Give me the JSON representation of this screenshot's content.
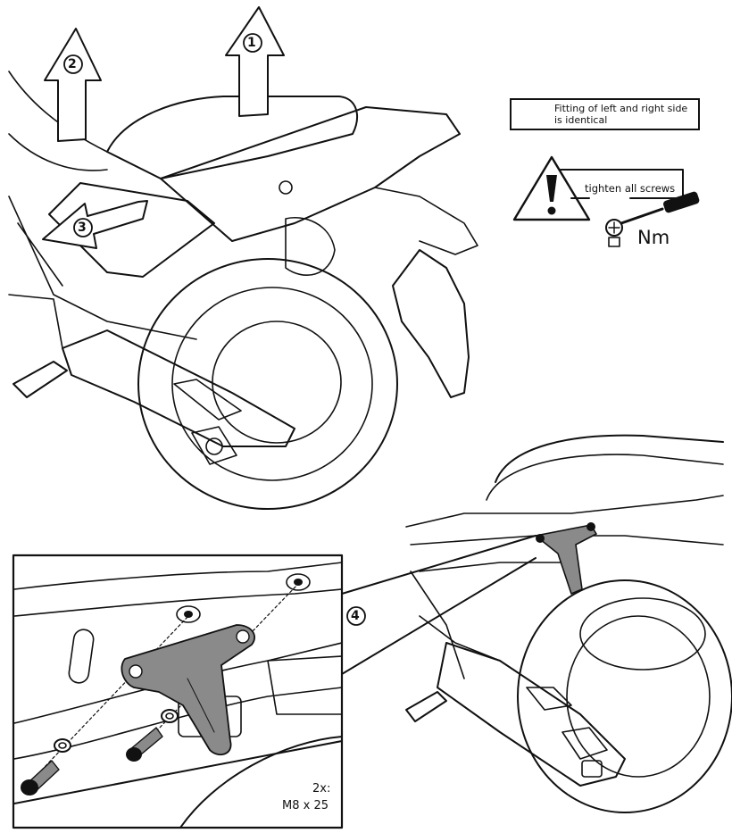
{
  "steps": {
    "step1": "①",
    "step2": "②",
    "step3": "③",
    "step4": "④"
  },
  "notice": {
    "icon": "pointing-hand-icon",
    "text": "Fitting of left and right side is identical"
  },
  "warning": {
    "icon": "warning-triangle-icon",
    "text": "tighten all screws",
    "torque_unit": "Nm",
    "tool_icon": "torque-wrench-icon"
  },
  "hardware": {
    "quantity": "2x:",
    "size": "M8 x 25"
  },
  "colors": {
    "line": "#111111",
    "bracket_fill": "#8a8a8a",
    "background": "#ffffff"
  }
}
